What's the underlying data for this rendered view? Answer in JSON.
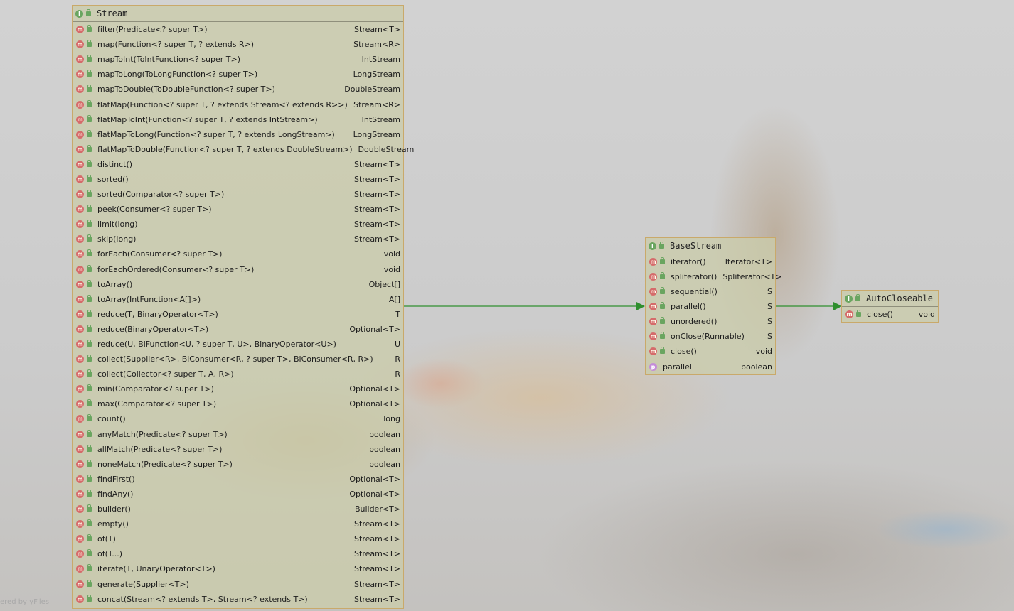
{
  "watermark": "ered by yFiles",
  "stream": {
    "title": "Stream",
    "methods": [
      {
        "name": "filter(Predicate<? super T>)",
        "ret": "Stream<T>",
        "static": false
      },
      {
        "name": "map(Function<? super T, ? extends R>)",
        "ret": "Stream<R>",
        "static": false
      },
      {
        "name": "mapToInt(ToIntFunction<? super T>)",
        "ret": "IntStream",
        "static": false
      },
      {
        "name": "mapToLong(ToLongFunction<? super T>)",
        "ret": "LongStream",
        "static": false
      },
      {
        "name": "mapToDouble(ToDoubleFunction<? super T>)",
        "ret": "DoubleStream",
        "static": false
      },
      {
        "name": "flatMap(Function<? super T, ? extends Stream<? extends R>>)",
        "ret": "Stream<R>",
        "static": false
      },
      {
        "name": "flatMapToInt(Function<? super T, ? extends IntStream>)",
        "ret": "IntStream",
        "static": false
      },
      {
        "name": "flatMapToLong(Function<? super T, ? extends LongStream>)",
        "ret": "LongStream",
        "static": false
      },
      {
        "name": "flatMapToDouble(Function<? super T, ? extends DoubleStream>)",
        "ret": "DoubleStream",
        "static": false
      },
      {
        "name": "distinct()",
        "ret": "Stream<T>",
        "static": false
      },
      {
        "name": "sorted()",
        "ret": "Stream<T>",
        "static": false
      },
      {
        "name": "sorted(Comparator<? super T>)",
        "ret": "Stream<T>",
        "static": false
      },
      {
        "name": "peek(Consumer<? super T>)",
        "ret": "Stream<T>",
        "static": false
      },
      {
        "name": "limit(long)",
        "ret": "Stream<T>",
        "static": false
      },
      {
        "name": "skip(long)",
        "ret": "Stream<T>",
        "static": false
      },
      {
        "name": "forEach(Consumer<? super T>)",
        "ret": "void",
        "static": false
      },
      {
        "name": "forEachOrdered(Consumer<? super T>)",
        "ret": "void",
        "static": false
      },
      {
        "name": "toArray()",
        "ret": "Object[]",
        "static": false
      },
      {
        "name": "toArray(IntFunction<A[]>)",
        "ret": "A[]",
        "static": false
      },
      {
        "name": "reduce(T, BinaryOperator<T>)",
        "ret": "T",
        "static": false
      },
      {
        "name": "reduce(BinaryOperator<T>)",
        "ret": "Optional<T>",
        "static": false
      },
      {
        "name": "reduce(U, BiFunction<U, ? super T, U>, BinaryOperator<U>)",
        "ret": "U",
        "static": false
      },
      {
        "name": "collect(Supplier<R>, BiConsumer<R, ? super T>, BiConsumer<R, R>)",
        "ret": "R",
        "static": false
      },
      {
        "name": "collect(Collector<? super T, A, R>)",
        "ret": "R",
        "static": false
      },
      {
        "name": "min(Comparator<? super T>)",
        "ret": "Optional<T>",
        "static": false
      },
      {
        "name": "max(Comparator<? super T>)",
        "ret": "Optional<T>",
        "static": false
      },
      {
        "name": "count()",
        "ret": "long",
        "static": false
      },
      {
        "name": "anyMatch(Predicate<? super T>)",
        "ret": "boolean",
        "static": false
      },
      {
        "name": "allMatch(Predicate<? super T>)",
        "ret": "boolean",
        "static": false
      },
      {
        "name": "noneMatch(Predicate<? super T>)",
        "ret": "boolean",
        "static": false
      },
      {
        "name": "findFirst()",
        "ret": "Optional<T>",
        "static": false
      },
      {
        "name": "findAny()",
        "ret": "Optional<T>",
        "static": false
      },
      {
        "name": "builder()",
        "ret": "Builder<T>",
        "static": true
      },
      {
        "name": "empty()",
        "ret": "Stream<T>",
        "static": true
      },
      {
        "name": "of(T)",
        "ret": "Stream<T>",
        "static": true
      },
      {
        "name": "of(T...)",
        "ret": "Stream<T>",
        "static": true
      },
      {
        "name": "iterate(T, UnaryOperator<T>)",
        "ret": "Stream<T>",
        "static": true
      },
      {
        "name": "generate(Supplier<T>)",
        "ret": "Stream<T>",
        "static": true
      },
      {
        "name": "concat(Stream<? extends T>, Stream<? extends T>)",
        "ret": "Stream<T>",
        "static": true
      }
    ]
  },
  "baseStream": {
    "title": "BaseStream",
    "methods": [
      {
        "name": "iterator()",
        "ret": "Iterator<T>"
      },
      {
        "name": "spliterator()",
        "ret": "Spliterator<T>"
      },
      {
        "name": "sequential()",
        "ret": "S"
      },
      {
        "name": "parallel()",
        "ret": "S"
      },
      {
        "name": "unordered()",
        "ret": "S"
      },
      {
        "name": "onClose(Runnable)",
        "ret": "S"
      },
      {
        "name": "close()",
        "ret": "void"
      }
    ],
    "properties": [
      {
        "name": "parallel",
        "ret": "boolean"
      }
    ]
  },
  "autoCloseable": {
    "title": "AutoCloseable",
    "methods": [
      {
        "name": "close()",
        "ret": "void"
      }
    ]
  },
  "icons": {
    "interface": "interface-icon",
    "method": "method-icon",
    "property": "property-icon",
    "public": "public-lock-icon"
  },
  "colors": {
    "box_fill": "#cbccaa",
    "box_border": "#c9a96a",
    "arrow": "#2f8f2f",
    "interface_icon": "#6aa560",
    "method_icon": "#d56b6b"
  }
}
